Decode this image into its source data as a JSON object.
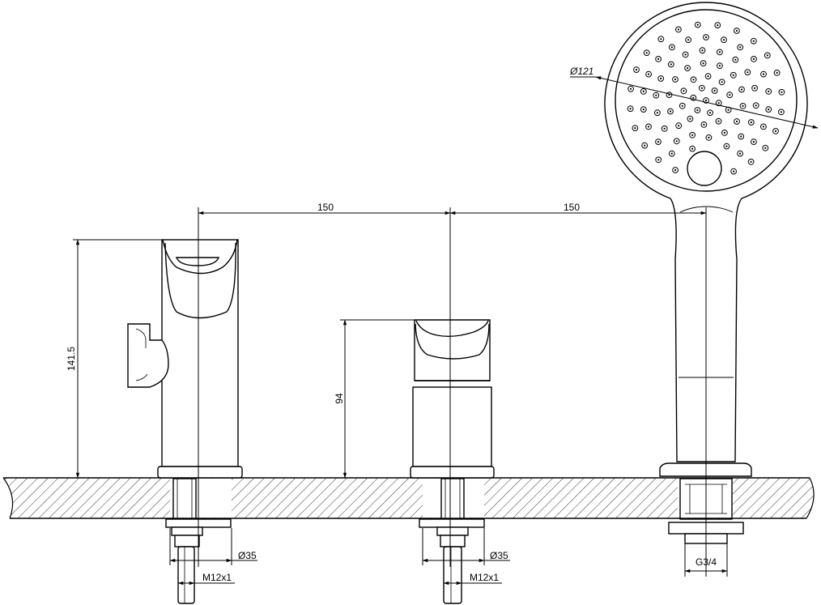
{
  "dimensions": {
    "spacing_left": "150",
    "spacing_right": "150",
    "height_spout": "141.5",
    "height_mixer": "94",
    "diameter_spout": "Ø35",
    "diameter_mixer": "Ø35",
    "thread_spout": "M12x1",
    "thread_mixer": "M12x1",
    "thread_shower": "G3/4",
    "diameter_shower_head": "Ø121"
  }
}
